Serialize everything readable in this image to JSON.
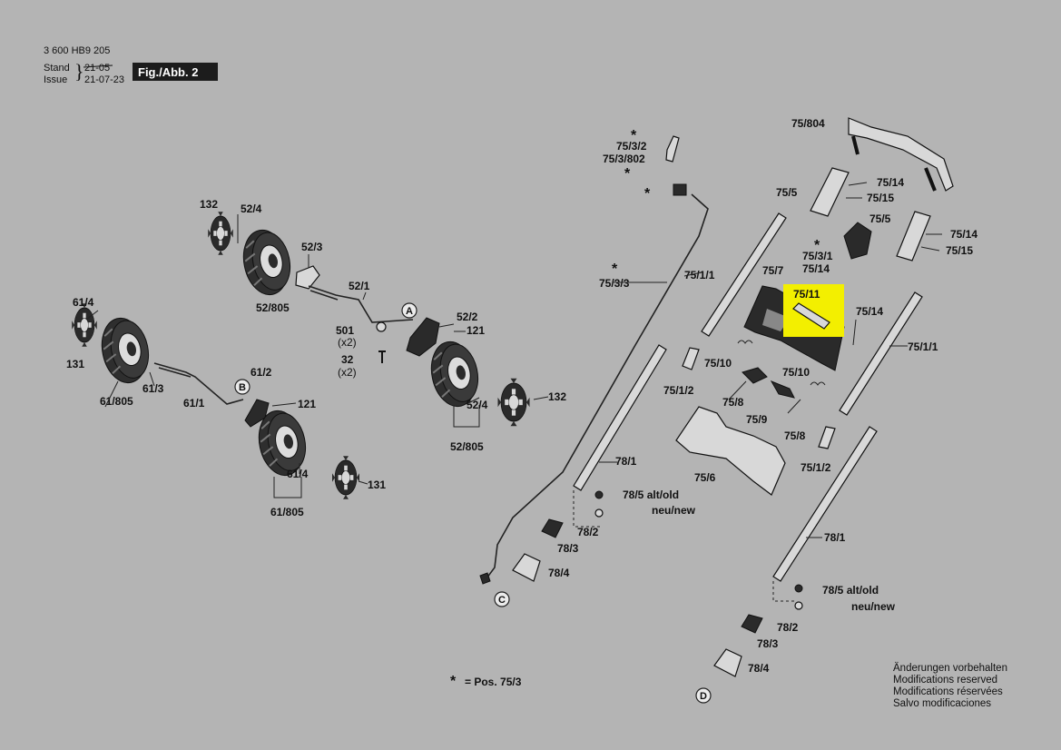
{
  "header": {
    "doc_number": "3 600 HB9 205",
    "stand_label": "Stand",
    "issue_label": "Issue",
    "stand_date_old": "21-05",
    "issue_date": "21-07-23",
    "figure_tag": "Fig./Abb. 2"
  },
  "footnote": {
    "star": "*",
    "text": "= Pos. 75/3"
  },
  "notes": [
    "Änderungen vorbehalten",
    "Modifications reserved",
    "Modifications réservées",
    "Salvo modificaciones"
  ],
  "callouts": {
    "a": "A",
    "b": "B",
    "c": "C",
    "d": "D"
  },
  "highlight": {
    "color": "#f3ef00",
    "label": "75/11"
  },
  "labels": {
    "l132a": "132",
    "l52_4a": "52/4",
    "l52_3": "52/3",
    "l52_805a": "52/805",
    "l52_1": "52/1",
    "l501": "501",
    "l501x": "(x2)",
    "l32": "32",
    "l32x": "(x2)",
    "l52_2": "52/2",
    "l121a": "121",
    "l52_4b": "52/4",
    "l132b": "132",
    "l52_805b": "52/805",
    "l61_4a": "61/4",
    "l131a": "131",
    "l61_805a": "61/805",
    "l61_3": "61/3",
    "l61_1": "61/1",
    "l61_2": "61/2",
    "l121b": "121",
    "l61_4b": "61/4",
    "l131b": "131",
    "l61_805b": "61/805",
    "s1": "*",
    "l75_3_2": "75/3/2",
    "l75_3_802": "75/3/802",
    "s2": "*",
    "s3": "*",
    "l75_3_3": "75/3/3",
    "l75_804": "75/804",
    "l75_14a": "75/14",
    "l75_5a": "75/5",
    "l75_15a": "75/15",
    "l75_5b": "75/5",
    "l75_14b": "75/14",
    "l75_15b": "75/15",
    "s4": "*",
    "l75_3_1": "75/3/1",
    "l75_14c": "75/14",
    "l75_1_1a": "75/1/1",
    "l75_7": "75/7",
    "l75_14d": "75/14",
    "l75_1_1b": "75/1/1",
    "l75_10a": "75/10",
    "l75_10b": "75/10",
    "l75_1_2a": "75/1/2",
    "l75_8a": "75/8",
    "l75_9": "75/9",
    "l75_8b": "75/8",
    "l75_1_2b": "75/1/2",
    "l75_6": "75/6",
    "l78_1a": "78/1",
    "l78_5a": "78/5 alt/old",
    "l_newa": "neu/new",
    "l78_2a": "78/2",
    "l78_3a": "78/3",
    "l78_4a": "78/4",
    "l78_1b": "78/1",
    "l78_5b": "78/5 alt/old",
    "l_newb": "neu/new",
    "l78_2b": "78/2",
    "l78_3b": "78/3",
    "l78_4b": "78/4"
  }
}
